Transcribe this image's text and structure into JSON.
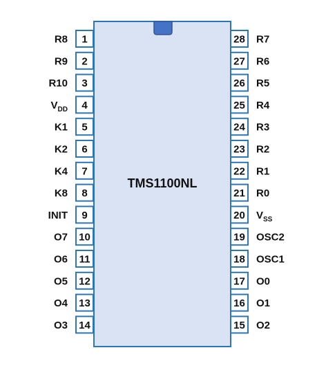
{
  "chip": {
    "name": "TMS1100NL"
  },
  "pins": {
    "left": [
      {
        "number": "1",
        "name": "R8",
        "sub": ""
      },
      {
        "number": "2",
        "name": "R9",
        "sub": ""
      },
      {
        "number": "3",
        "name": "R10",
        "sub": ""
      },
      {
        "number": "4",
        "name": "V",
        "sub": "DD"
      },
      {
        "number": "5",
        "name": "K1",
        "sub": ""
      },
      {
        "number": "6",
        "name": "K2",
        "sub": ""
      },
      {
        "number": "7",
        "name": "K4",
        "sub": ""
      },
      {
        "number": "8",
        "name": "K8",
        "sub": ""
      },
      {
        "number": "9",
        "name": "INIT",
        "sub": ""
      },
      {
        "number": "10",
        "name": "O7",
        "sub": ""
      },
      {
        "number": "11",
        "name": "O6",
        "sub": ""
      },
      {
        "number": "12",
        "name": "O5",
        "sub": ""
      },
      {
        "number": "13",
        "name": "O4",
        "sub": ""
      },
      {
        "number": "14",
        "name": "O3",
        "sub": ""
      }
    ],
    "right": [
      {
        "number": "28",
        "name": "R7",
        "sub": ""
      },
      {
        "number": "27",
        "name": "R6",
        "sub": ""
      },
      {
        "number": "26",
        "name": "R5",
        "sub": ""
      },
      {
        "number": "25",
        "name": "R4",
        "sub": ""
      },
      {
        "number": "24",
        "name": "R3",
        "sub": ""
      },
      {
        "number": "23",
        "name": "R2",
        "sub": ""
      },
      {
        "number": "22",
        "name": "R1",
        "sub": ""
      },
      {
        "number": "21",
        "name": "R0",
        "sub": ""
      },
      {
        "number": "20",
        "name": "V",
        "sub": "SS"
      },
      {
        "number": "19",
        "name": "OSC2",
        "sub": ""
      },
      {
        "number": "18",
        "name": "OSC1",
        "sub": ""
      },
      {
        "number": "17",
        "name": "O0",
        "sub": ""
      },
      {
        "number": "16",
        "name": "O1",
        "sub": ""
      },
      {
        "number": "15",
        "name": "O2",
        "sub": ""
      }
    ]
  },
  "colors": {
    "body_fill": "#dae3f3",
    "outline": "#2e75b6",
    "notch": "#4472c4"
  }
}
